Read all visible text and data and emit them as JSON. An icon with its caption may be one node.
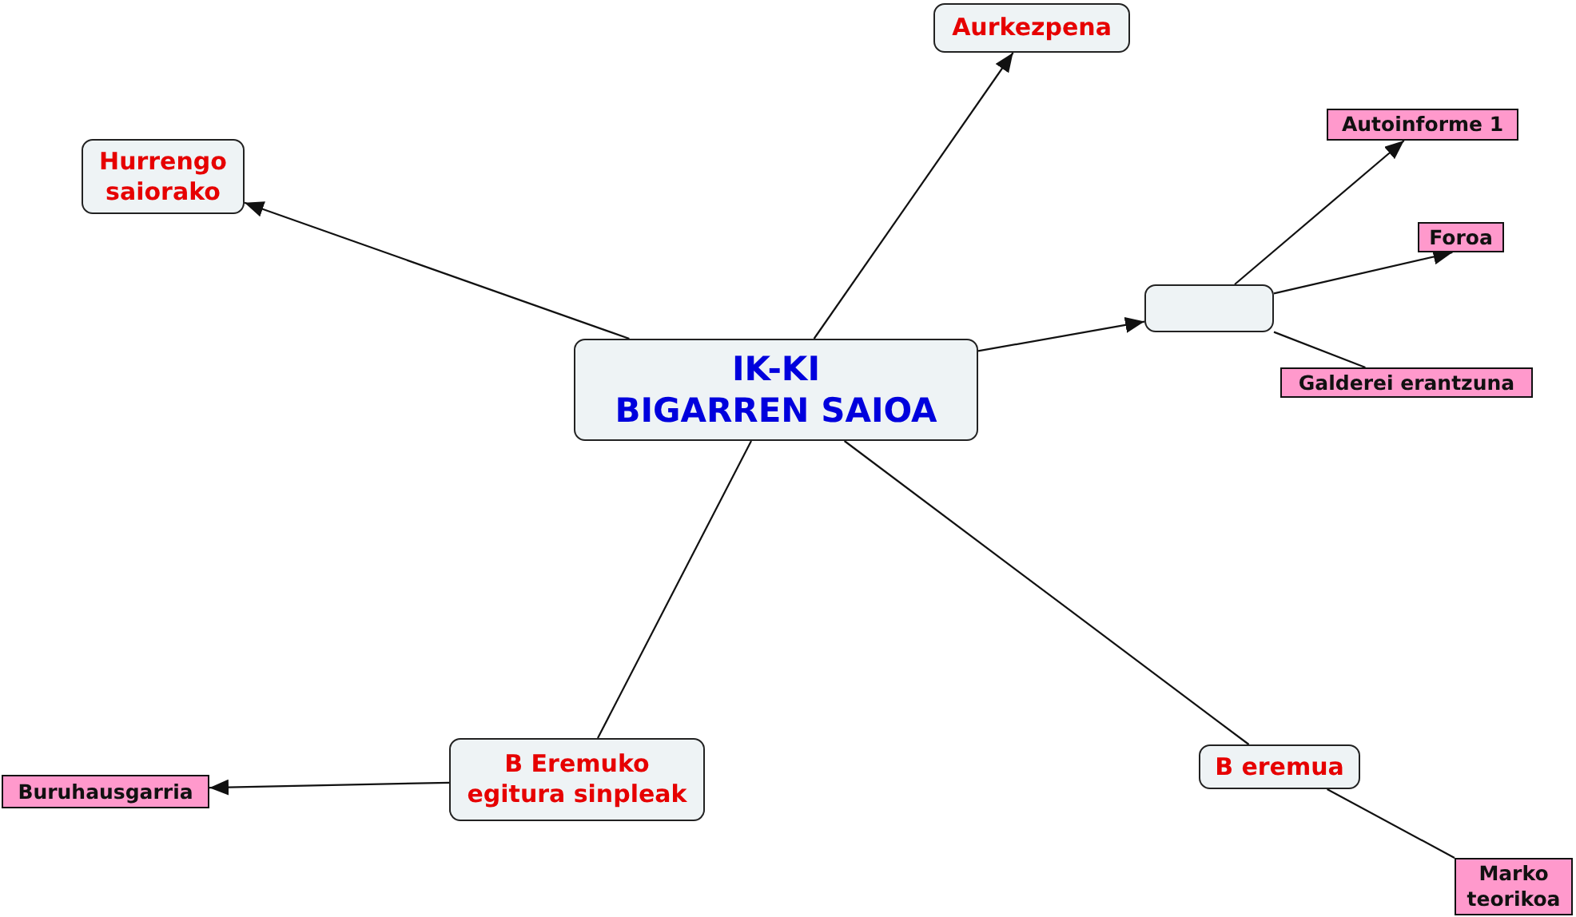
{
  "diagram": {
    "nodes": [
      {
        "text": [
          "IK-KI",
          "BIGARREN SAIOA"
        ]
      },
      {
        "text": [
          "Aurkezpena"
        ]
      },
      {
        "text": [
          "Hurrengo saiorako"
        ]
      },
      {
        "text": [],
        "shape": "box"
      },
      {
        "text": [
          "Autoinforme 1"
        ]
      },
      {
        "text": [
          "Foroa"
        ]
      },
      {
        "text": [
          "Galderei erantzuna"
        ]
      },
      {
        "text": [
          "B Eremuko egitura sinpleak"
        ]
      },
      {
        "text": [
          "Buruhausgarria"
        ]
      },
      {
        "text": [
          "B eremua"
        ]
      },
      {
        "text": [
          "Marko teorikoa"
        ]
      }
    ],
    "edges": [
      {
        "from": 0,
        "to": 1,
        "arrow": "to"
      },
      {
        "from": 0,
        "to": 2,
        "arrow": "to"
      },
      {
        "from": 0,
        "to": 3,
        "arrow": "to"
      },
      {
        "from": 3,
        "to": 4,
        "arrow": "to"
      },
      {
        "from": 3,
        "to": 5,
        "arrow": "to"
      },
      {
        "from": 3,
        "to": 6,
        "arrow": "none"
      },
      {
        "from": 0,
        "to": 7,
        "arrow": "none"
      },
      {
        "from": 7,
        "to": 8,
        "arrow": "to"
      },
      {
        "from": 0,
        "to": 9,
        "arrow": "none"
      },
      {
        "from": 9,
        "to": 10,
        "arrow": "none"
      }
    ]
  }
}
